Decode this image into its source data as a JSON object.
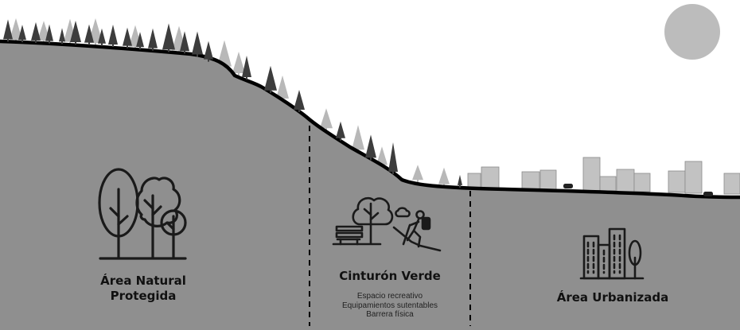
{
  "zones": [
    {
      "id": "natural",
      "title_line1": "Área Natural",
      "title_line2": "Protegida"
    },
    {
      "id": "verde",
      "title": "Cinturón Verde",
      "details": [
        "Espacio recreativo",
        "Equipamientos sutentables",
        "Barrera física"
      ]
    },
    {
      "id": "urbana",
      "title": "Área Urbanizada"
    }
  ],
  "colors": {
    "terrain": "#8f8f8f",
    "outline": "#000000",
    "sun": "#bcbcbc",
    "trees_dark": "#3d3d3d",
    "trees_light": "#b5b5b5",
    "buildings": "#c2c2c2",
    "icon_stroke": "#1a1a1a"
  },
  "icons": [
    "three-trees-icon",
    "park-bench-tree-icon",
    "hiker-icon",
    "buildings-icon"
  ]
}
